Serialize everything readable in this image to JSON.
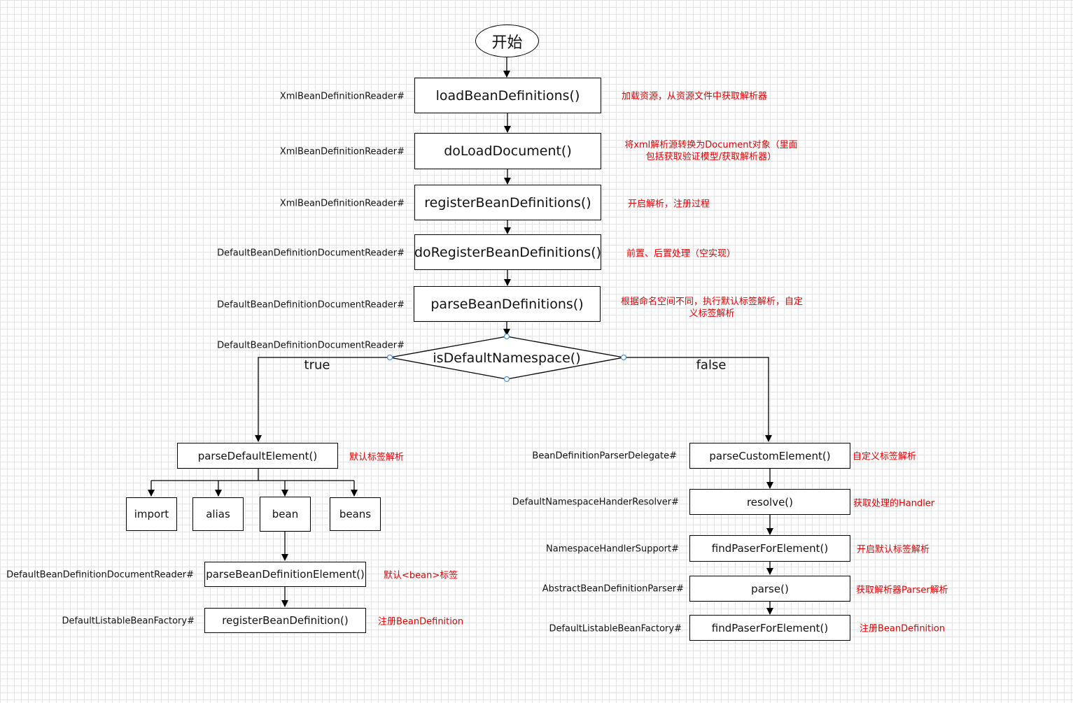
{
  "start": "开始",
  "main": [
    {
      "cls": "XmlBeanDefinitionReader#",
      "label": "loadBeanDefinitions()",
      "note": "加载资源，从资源文件中获取解析器"
    },
    {
      "cls": "XmlBeanDefinitionReader#",
      "label": "doLoadDocument()",
      "note": "将xml解析源转换为Document对象（里面包括获取验证模型/获取解析器）"
    },
    {
      "cls": "XmlBeanDefinitionReader#",
      "label": "registerBeanDefinitions()",
      "note": "开启解析，注册过程"
    },
    {
      "cls": "DefaultBeanDefinitionDocumentReader#",
      "label": "doRegisterBeanDefinitions()",
      "note": "前置、后置处理（空实现）"
    },
    {
      "cls": "DefaultBeanDefinitionDocumentReader#",
      "label": "parseBeanDefinitions()",
      "note": "根据命名空间不同，执行默认标签解析，自定义标签解析"
    }
  ],
  "decision": {
    "cls": "DefaultBeanDefinitionDocumentReader#",
    "label": "isDefaultNamespace()",
    "true_label": "true",
    "false_label": "false"
  },
  "left": {
    "parse": {
      "label": "parseDefaultElement()",
      "note": "默认标签解析"
    },
    "children": [
      "import",
      "alias",
      "bean",
      "beans"
    ],
    "bean_parse": {
      "cls": "DefaultBeanDefinitionDocumentReader#",
      "label": "parseBeanDefinitionElement()",
      "note": "默认<bean>标签"
    },
    "register": {
      "cls": "DefaultListableBeanFactory#",
      "label": "registerBeanDefinition()",
      "note": "注册BeanDefinition"
    }
  },
  "right": [
    {
      "cls": "BeanDefinitionParserDelegate#",
      "label": "parseCustomElement()",
      "note": "自定义标签解析"
    },
    {
      "cls": "DefaultNamespaceHanderResolver#",
      "label": "resolve()",
      "note": "获取处理的Handler"
    },
    {
      "cls": "NamespaceHandlerSupport#",
      "label": "findPaserForElement()",
      "note": "开启默认标签解析"
    },
    {
      "cls": "AbstractBeanDefinitionParser#",
      "label": "parse()",
      "note": "获取解析器Parser解析"
    },
    {
      "cls": "DefaultListableBeanFactory#",
      "label": "findPaserForElement()",
      "note": "注册BeanDefinition"
    }
  ]
}
